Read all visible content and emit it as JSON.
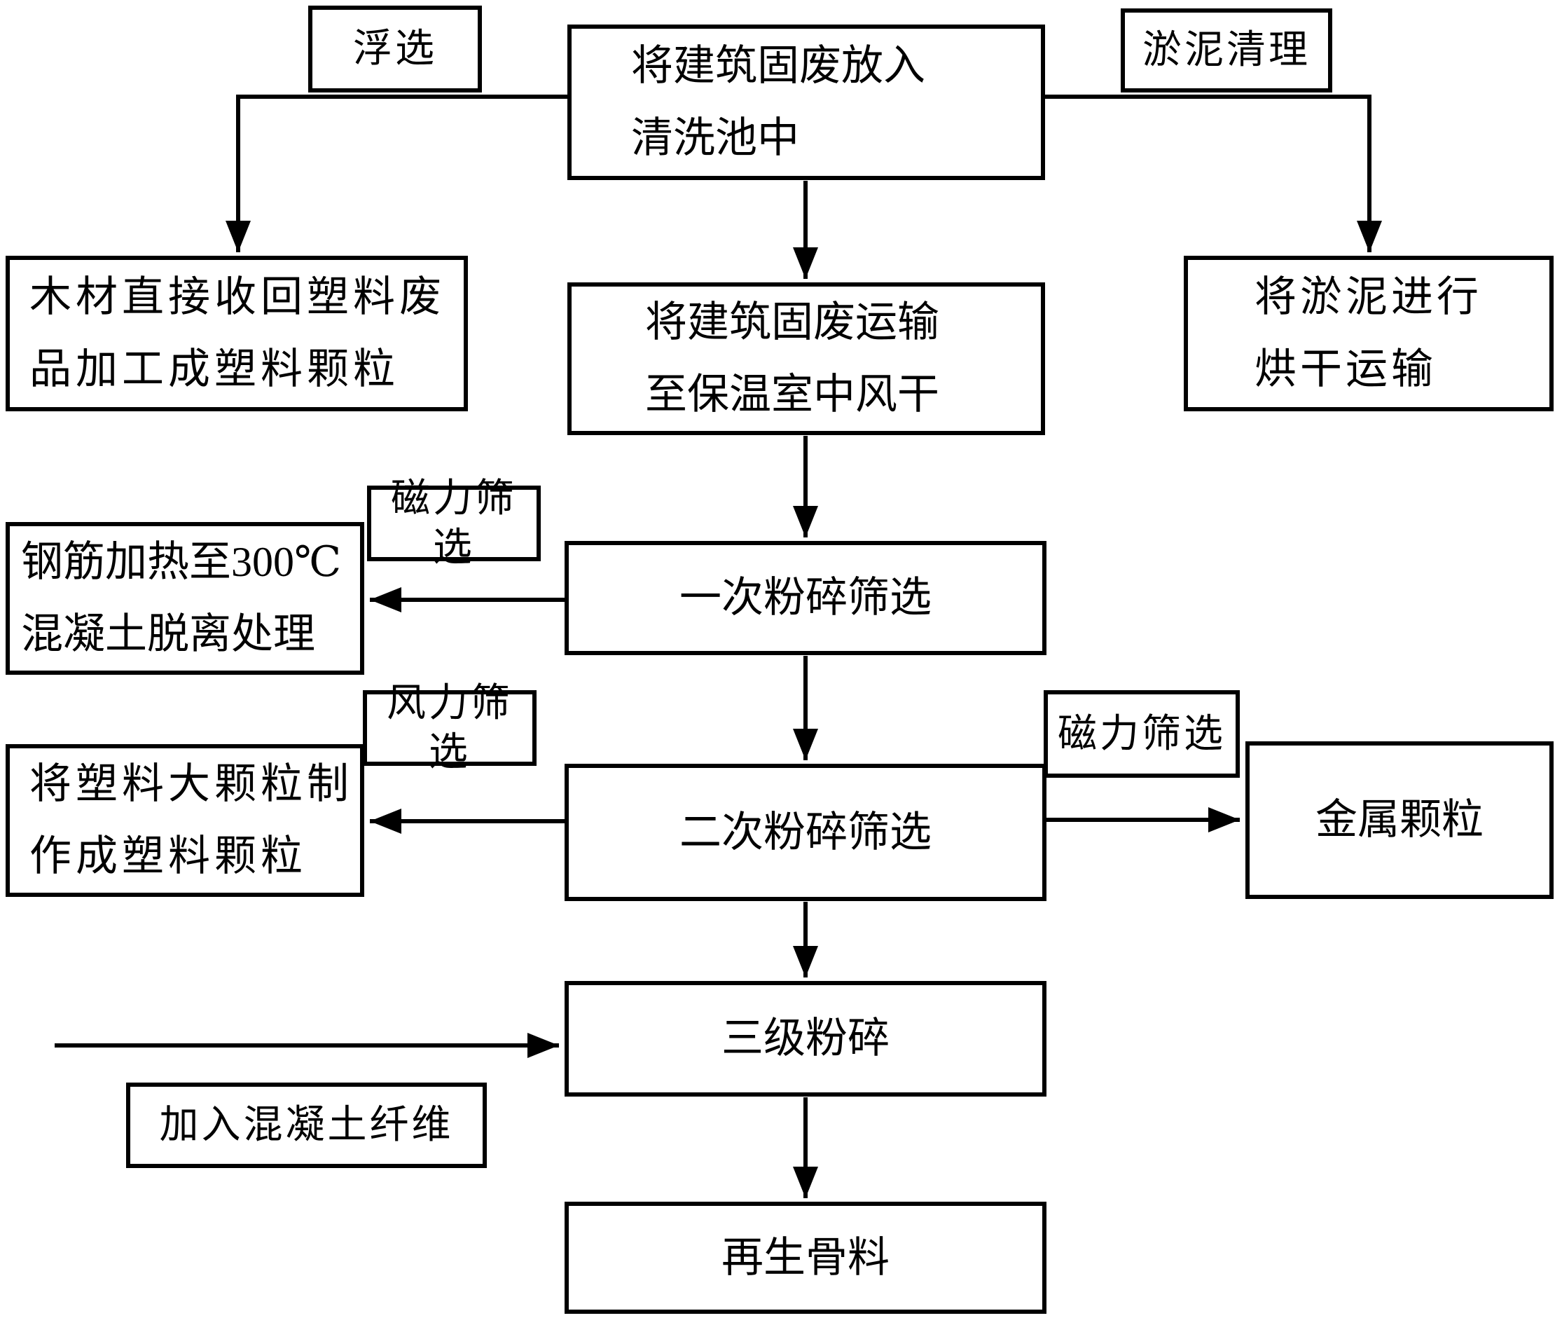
{
  "diagram": {
    "type": "flowchart",
    "language": "zh-CN",
    "colors": {
      "line": "#000000",
      "border": "#000000",
      "background": "#ffffff",
      "text": "#000000"
    },
    "nodes": {
      "flotation_label": "浮选",
      "wash_pool": "将建筑固废放入\n清洗池中",
      "sludge_label": "淤泥清理",
      "wood_recycle": "木材直接收回塑料废\n品加工成塑料颗粒",
      "sludge_dry": "将淤泥进行\n烘干运输",
      "transport_dry": "将建筑固废运输\n至保温室中风干",
      "magnetic_label_1": "磁力筛选",
      "rebar_heat": "钢筋加热至300℃\n混凝土脱离处理",
      "primary_crush": "一次粉碎筛选",
      "wind_label": "风力筛选",
      "plastic_pellet": "将塑料大颗粒制\n作成塑料颗粒",
      "secondary_crush": "二次粉碎筛选",
      "magnetic_label_2": "磁力筛选",
      "metal_particles": "金属颗粒",
      "tertiary_crush": "三级粉碎",
      "fiber_label": "加入混凝土纤维",
      "recycled_aggregate": "再生骨料"
    }
  }
}
